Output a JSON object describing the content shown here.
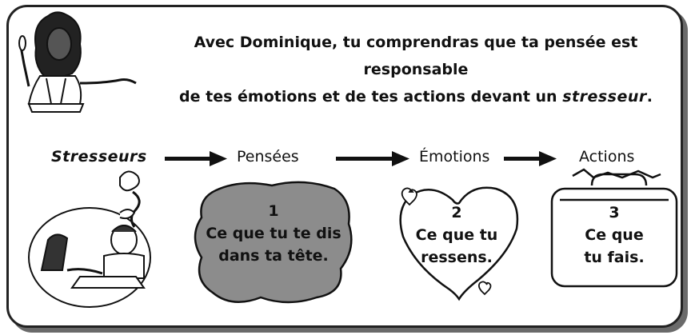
{
  "intro": {
    "line1": "Avec Dominique, tu comprendras que ta pensée est responsable",
    "line2_prefix": "de tes émotions et de tes actions devant un ",
    "line2_keyword": "stresseur",
    "line2_suffix": "."
  },
  "flow": {
    "stresseurs_label": "Stresseurs",
    "pensees_label": "Pensées",
    "emotions_label": "Émotions",
    "actions_label": "Actions"
  },
  "cards": [
    {
      "number": "1",
      "line1": "Ce que tu te dis",
      "line2": "dans ta tête."
    },
    {
      "number": "2",
      "line1": "Ce que tu",
      "line2": "ressens."
    },
    {
      "number": "3",
      "line1": "Ce que",
      "line2": "tu fais."
    }
  ],
  "icons": [
    "dominique-character",
    "stress-scene-illustration",
    "thought-cloud",
    "heart-shape",
    "suitcase-shape",
    "arrow"
  ]
}
